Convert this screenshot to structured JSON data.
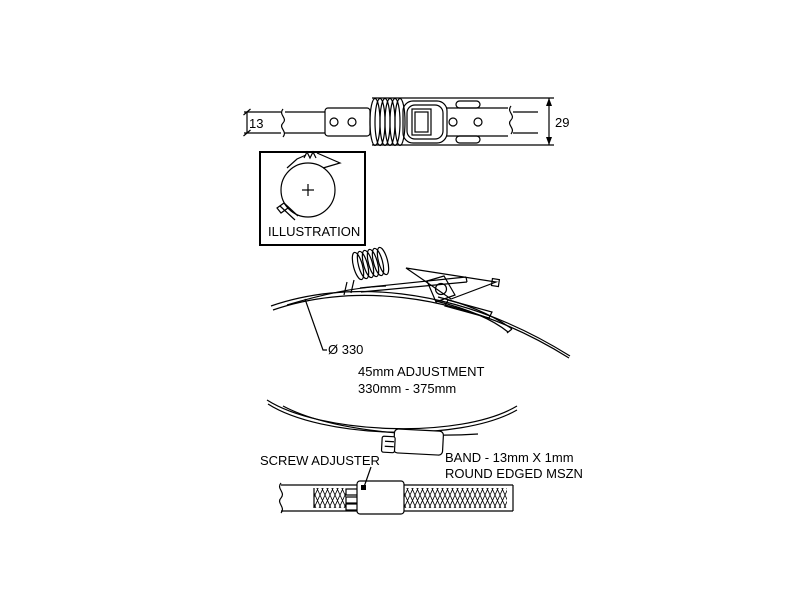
{
  "page": {
    "background": "#ffffff",
    "line_color": "#000000"
  },
  "side_view": {
    "band_width_dim": "13",
    "clamp_height_dim": "29"
  },
  "illustration": {
    "caption": "ILLUSTRATION"
  },
  "front_view": {
    "diameter_label": "Ø 330",
    "adjustment_line1": "45mm ADJUSTMENT",
    "adjustment_line2": "330mm - 375mm"
  },
  "detail": {
    "screw_adjuster_label": "SCREW ADJUSTER",
    "band_spec_line1": "BAND - 13mm X 1mm",
    "band_spec_line2": "ROUND EDGED MSZN"
  }
}
